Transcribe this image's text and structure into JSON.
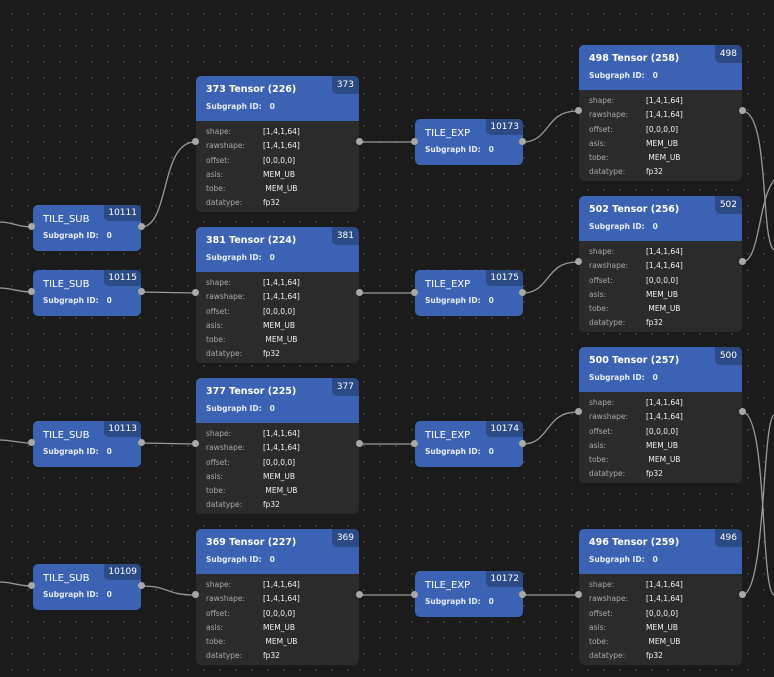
{
  "labels": {
    "subgraph_label": "Subgraph ID:"
  },
  "colors": {
    "canvas": "#1b1b1b",
    "node_header": "#3c63b3",
    "node_body": "#2b2b2b",
    "edge": "#9a9a9a"
  },
  "ops": [
    {
      "name": "TILE_SUB",
      "id": "10111",
      "subgraph": "0"
    },
    {
      "name": "TILE_SUB",
      "id": "10115",
      "subgraph": "0"
    },
    {
      "name": "TILE_SUB",
      "id": "10113",
      "subgraph": "0"
    },
    {
      "name": "TILE_SUB",
      "id": "10109",
      "subgraph": "0"
    },
    {
      "name": "TILE_EXP",
      "id": "10173",
      "subgraph": "0"
    },
    {
      "name": "TILE_EXP",
      "id": "10175",
      "subgraph": "0"
    },
    {
      "name": "TILE_EXP",
      "id": "10174",
      "subgraph": "0"
    },
    {
      "name": "TILE_EXP",
      "id": "10172",
      "subgraph": "0"
    }
  ],
  "tensors": [
    {
      "title": "373 Tensor (226)",
      "badge": "373",
      "subgraph": "0",
      "rows": [
        {
          "k": "shape:",
          "v": "[1,4,1,64]"
        },
        {
          "k": "rawshape:",
          "v": "[1,4,1,64]"
        },
        {
          "k": "offset:",
          "v": "[0,0,0,0]"
        },
        {
          "k": "asis:",
          "v": "MEM_UB"
        },
        {
          "k": " tobe:",
          "v": " MEM_UB"
        },
        {
          "k": "datatype:",
          "v": "fp32"
        }
      ]
    },
    {
      "title": "381 Tensor (224)",
      "badge": "381",
      "subgraph": "0",
      "rows": [
        {
          "k": "shape:",
          "v": "[1,4,1,64]"
        },
        {
          "k": "rawshape:",
          "v": "[1,4,1,64]"
        },
        {
          "k": "offset:",
          "v": "[0,0,0,0]"
        },
        {
          "k": "asis:",
          "v": "MEM_UB"
        },
        {
          "k": " tobe:",
          "v": " MEM_UB"
        },
        {
          "k": "datatype:",
          "v": "fp32"
        }
      ]
    },
    {
      "title": "377 Tensor (225)",
      "badge": "377",
      "subgraph": "0",
      "rows": [
        {
          "k": "shape:",
          "v": "[1,4,1,64]"
        },
        {
          "k": "rawshape:",
          "v": "[1,4,1,64]"
        },
        {
          "k": "offset:",
          "v": "[0,0,0,0]"
        },
        {
          "k": "asis:",
          "v": "MEM_UB"
        },
        {
          "k": " tobe:",
          "v": " MEM_UB"
        },
        {
          "k": "datatype:",
          "v": "fp32"
        }
      ]
    },
    {
      "title": "369 Tensor (227)",
      "badge": "369",
      "subgraph": "0",
      "rows": [
        {
          "k": "shape:",
          "v": "[1,4,1,64]"
        },
        {
          "k": "rawshape:",
          "v": "[1,4,1,64]"
        },
        {
          "k": "offset:",
          "v": "[0,0,0,0]"
        },
        {
          "k": "asis:",
          "v": "MEM_UB"
        },
        {
          "k": " tobe:",
          "v": " MEM_UB"
        },
        {
          "k": "datatype:",
          "v": "fp32"
        }
      ]
    },
    {
      "title": "498 Tensor (258)",
      "badge": "498",
      "subgraph": "0",
      "rows": [
        {
          "k": "shape:",
          "v": "[1,4,1,64]"
        },
        {
          "k": "rawshape:",
          "v": "[1,4,1,64]"
        },
        {
          "k": "offset:",
          "v": "[0,0,0,0]"
        },
        {
          "k": "asis:",
          "v": "MEM_UB"
        },
        {
          "k": " tobe:",
          "v": " MEM_UB"
        },
        {
          "k": "datatype:",
          "v": "fp32"
        }
      ]
    },
    {
      "title": "502 Tensor (256)",
      "badge": "502",
      "subgraph": "0",
      "rows": [
        {
          "k": "shape:",
          "v": "[1,4,1,64]"
        },
        {
          "k": "rawshape:",
          "v": "[1,4,1,64]"
        },
        {
          "k": "offset:",
          "v": "[0,0,0,0]"
        },
        {
          "k": "asis:",
          "v": "MEM_UB"
        },
        {
          "k": " tobe:",
          "v": " MEM_UB"
        },
        {
          "k": "datatype:",
          "v": "fp32"
        }
      ]
    },
    {
      "title": "500 Tensor (257)",
      "badge": "500",
      "subgraph": "0",
      "rows": [
        {
          "k": "shape:",
          "v": "[1,4,1,64]"
        },
        {
          "k": "rawshape:",
          "v": "[1,4,1,64]"
        },
        {
          "k": "offset:",
          "v": "[0,0,0,0]"
        },
        {
          "k": "asis:",
          "v": "MEM_UB"
        },
        {
          "k": " tobe:",
          "v": " MEM_UB"
        },
        {
          "k": "datatype:",
          "v": "fp32"
        }
      ]
    },
    {
      "title": "496 Tensor (259)",
      "badge": "496",
      "subgraph": "0",
      "rows": [
        {
          "k": "shape:",
          "v": "[1,4,1,64]"
        },
        {
          "k": "rawshape:",
          "v": "[1,4,1,64]"
        },
        {
          "k": "offset:",
          "v": "[0,0,0,0]"
        },
        {
          "k": "asis:",
          "v": "MEM_UB"
        },
        {
          "k": " tobe:",
          "v": " MEM_UB"
        },
        {
          "k": "datatype:",
          "v": "fp32"
        }
      ]
    }
  ]
}
